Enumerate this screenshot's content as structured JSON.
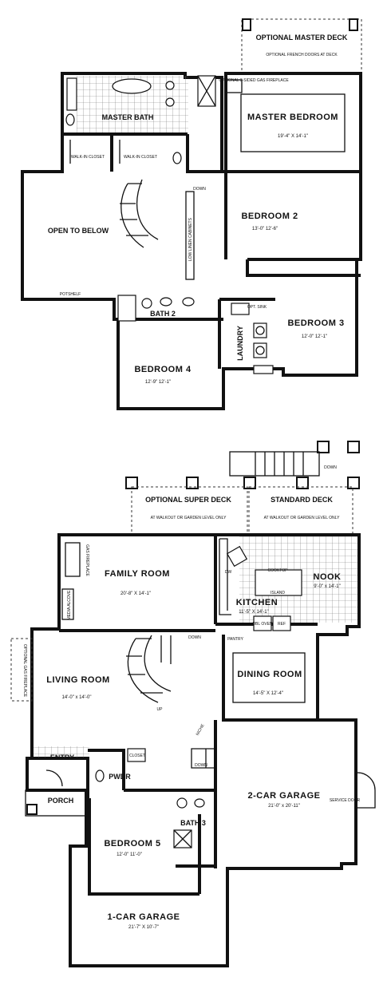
{
  "upper_floor": {
    "optional_master_deck": "OPTIONAL MASTER DECK",
    "optional_french_doors": "OPTIONAL FRENCH DOORS AT DECK",
    "optional_fireplace": "OPTIONAL 3-SIDED GAS FIREPLACE",
    "master_bath": "MASTER BATH",
    "master_bedroom": {
      "name": "MASTER BEDROOM",
      "size": "19'-4\" X 14'-1\""
    },
    "walk_in_closet_1": "WALK-IN CLOSET",
    "walk_in_closet_2": "WALK-IN CLOSET",
    "open_to_below": "OPEN TO BELOW",
    "down": "DOWN",
    "linen_cabinets": "LOW LINEN CABINETS",
    "potshelf": "POTSHELF",
    "bedroom_2": {
      "name": "BEDROOM 2",
      "size": "13'-0\" 12'-6\""
    },
    "bedroom_3": {
      "name": "BEDROOM 3",
      "size": "12'-0\" 12'-1\""
    },
    "bedroom_4": {
      "name": "BEDROOM 4",
      "size": "12'-9\" 12'-1\""
    },
    "bath_2": "BATH 2",
    "laundry": "LAUNDRY",
    "opt_sink": "OPT. SINK"
  },
  "lower_floor": {
    "down_top": "DOWN",
    "optional_super_deck": {
      "name": "OPTIONAL SUPER DECK",
      "note": "AT WALKOUT OR GARDEN LEVEL ONLY"
    },
    "standard_deck": {
      "name": "STANDARD DECK",
      "note": "AT WALKOUT OR GARDEN LEVEL ONLY"
    },
    "gas_fireplace": "GAS FIREPLACE",
    "media_alcove": "MEDIA ALCOVE",
    "family_room": {
      "name": "FAMILY ROOM",
      "size": "20'-8\" X 14'-1\""
    },
    "nook": {
      "name": "NOOK",
      "size": "9'-0\" x 14'-1\""
    },
    "cooktop": "COOKTOP",
    "island": "ISLAND",
    "dw": "DW",
    "kitchen": {
      "name": "KITCHEN",
      "size": "11'-5\" X 14'-1\""
    },
    "dbl_oven": "DBL OVEN",
    "ref": "REF",
    "pantry": "PANTRY",
    "optional_fireplace": "OPTIONAL GAS FIREPLACE",
    "living_room": {
      "name": "LIVING ROOM",
      "size": "14'-0\" x 14'-0\""
    },
    "dining_room": {
      "name": "DINING ROOM",
      "size": "14'-5\" X 12'-4\""
    },
    "up": "UP",
    "down_stairs": "DOWN",
    "niche": "NICHE",
    "entry": "ENTRY",
    "closet": "CLOSET",
    "pwdr": "PWDR",
    "down_garage": "DOWN",
    "porch": "PORCH",
    "garage_2car": {
      "name": "2-CAR GARAGE",
      "size": "21'-0\" x 20'-11\""
    },
    "service_door": "SERVICE DOOR",
    "bath_3": "BATH 3",
    "bedroom_5": {
      "name": "BEDROOM 5",
      "size": "12'-0\" 11'-0\""
    },
    "garage_1car": {
      "name": "1-CAR GARAGE",
      "size": "21'-7\" X 10'-7\""
    }
  }
}
